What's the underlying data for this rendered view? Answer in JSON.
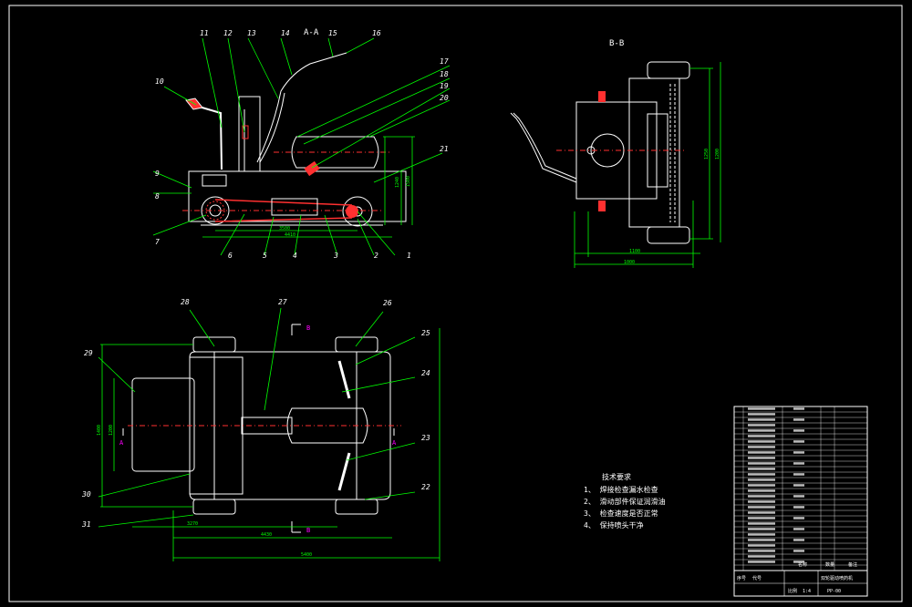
{
  "colors": {
    "background": "#000000",
    "frame": "#ffffff",
    "outline": "#ffffff",
    "dimension": "#00ff00",
    "leader": "#00ff00",
    "hidden": "#ff3030",
    "center": "#ff3030",
    "section_mark": "#ff00ff",
    "text": "#ffffff",
    "cyan": "#00c8c8"
  },
  "views": {
    "aa": {
      "title": "A-A"
    },
    "bb": {
      "title": "B-B",
      "dims": [
        "1250",
        "1200",
        "1100",
        "1000"
      ]
    },
    "plan": {
      "section_top": "B",
      "section_bottom": "B",
      "section_left": "A",
      "section_right": "A",
      "dims": [
        "1400",
        "1200",
        "3270",
        "4430",
        "5400"
      ]
    }
  },
  "balloons": {
    "aa": [
      "1",
      "2",
      "3",
      "4",
      "5",
      "6",
      "7",
      "8",
      "9",
      "10",
      "11",
      "12",
      "13",
      "14",
      "15",
      "16",
      "17",
      "18",
      "19",
      "20",
      "21"
    ],
    "plan": [
      "22",
      "23",
      "24",
      "25",
      "26",
      "27",
      "28",
      "29",
      "30",
      "31"
    ]
  },
  "aa_dims": [
    "3500",
    "4410",
    "1240",
    "1500"
  ],
  "technical_requirements": {
    "heading": "技术要求",
    "items": [
      "1、 焊接检查漏水检查",
      "2、 滑动部件保证润滑油",
      "3、 检查速度是否正常",
      "4、 保持喷头干净"
    ]
  },
  "title_block": {
    "scale_label": "比例",
    "scale_value": "1:4",
    "drawing_title": "双轮驱动喷药机",
    "drawing_no": "PP-00",
    "footer_cells": [
      "序号",
      "代号",
      "名称",
      "数量",
      "备注"
    ]
  }
}
